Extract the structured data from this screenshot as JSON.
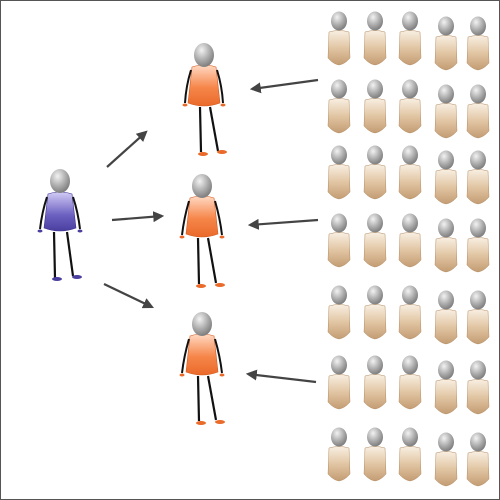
{
  "diagram": {
    "colors": {
      "manager_body": "#5a4fb0",
      "manager_body_light": "#c4bff0",
      "lead_body": "#f27a3e",
      "lead_body_light": "#ffd2b8",
      "head_dark": "#8a8a8a",
      "head_light": "#e6e6e6",
      "crowd_body": "#c9a37c",
      "crowd_body_light": "#f6ead9",
      "arrow": "#444444",
      "limb": "#111111"
    },
    "figures": [
      {
        "role": "manager",
        "icon": "person-figure-icon"
      },
      {
        "role": "team-lead",
        "icon": "person-figure-icon"
      },
      {
        "role": "team-lead",
        "icon": "person-figure-icon"
      },
      {
        "role": "team-lead",
        "icon": "person-figure-icon"
      }
    ],
    "crowd": {
      "rows": 7,
      "columns": 5,
      "icon": "person-silhouette-icon"
    },
    "arrows": [
      {
        "from": "manager",
        "to": "team-lead-1",
        "icon": "arrow-icon"
      },
      {
        "from": "manager",
        "to": "team-lead-2",
        "icon": "arrow-icon"
      },
      {
        "from": "manager",
        "to": "team-lead-3",
        "icon": "arrow-icon"
      },
      {
        "from": "crowd-group-1",
        "to": "team-lead-1",
        "icon": "arrow-icon"
      },
      {
        "from": "crowd-group-2",
        "to": "team-lead-2",
        "icon": "arrow-icon"
      },
      {
        "from": "crowd-group-3",
        "to": "team-lead-3",
        "icon": "arrow-icon"
      }
    ]
  }
}
